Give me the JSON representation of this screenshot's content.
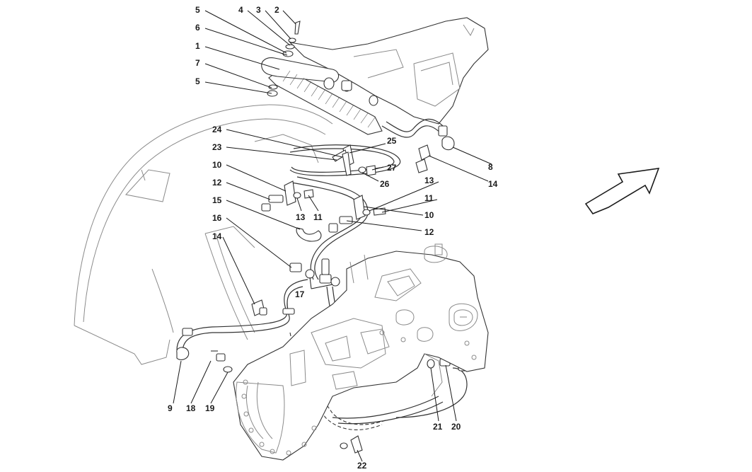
{
  "callouts": [
    {
      "id": "c1",
      "text": "1"
    },
    {
      "id": "c2",
      "text": "2"
    },
    {
      "id": "c3",
      "text": "3"
    },
    {
      "id": "c4",
      "text": "4"
    },
    {
      "id": "c5a",
      "text": "5"
    },
    {
      "id": "c5b",
      "text": "5"
    },
    {
      "id": "c6",
      "text": "6"
    },
    {
      "id": "c7",
      "text": "7"
    },
    {
      "id": "c8",
      "text": "8"
    },
    {
      "id": "c9",
      "text": "9"
    },
    {
      "id": "c10a",
      "text": "10"
    },
    {
      "id": "c10b",
      "text": "10"
    },
    {
      "id": "c11a",
      "text": "11"
    },
    {
      "id": "c11b",
      "text": "11"
    },
    {
      "id": "c12a",
      "text": "12"
    },
    {
      "id": "c12b",
      "text": "12"
    },
    {
      "id": "c13a",
      "text": "13"
    },
    {
      "id": "c13b",
      "text": "13"
    },
    {
      "id": "c14a",
      "text": "14"
    },
    {
      "id": "c14b",
      "text": "14"
    },
    {
      "id": "c15",
      "text": "15"
    },
    {
      "id": "c16",
      "text": "16"
    },
    {
      "id": "c17",
      "text": "17"
    },
    {
      "id": "c18",
      "text": "18"
    },
    {
      "id": "c19",
      "text": "19"
    },
    {
      "id": "c20",
      "text": "20"
    },
    {
      "id": "c21",
      "text": "21"
    },
    {
      "id": "c22",
      "text": "22"
    },
    {
      "id": "c23",
      "text": "23"
    },
    {
      "id": "c24",
      "text": "24"
    },
    {
      "id": "c25",
      "text": "25"
    },
    {
      "id": "c26",
      "text": "26"
    },
    {
      "id": "c27",
      "text": "27"
    }
  ],
  "orientation_arrow": "direction-arrow-icon",
  "colors": {
    "line": "#1a1a1a",
    "outline": "#8a8a8a",
    "background": "#ffffff"
  }
}
